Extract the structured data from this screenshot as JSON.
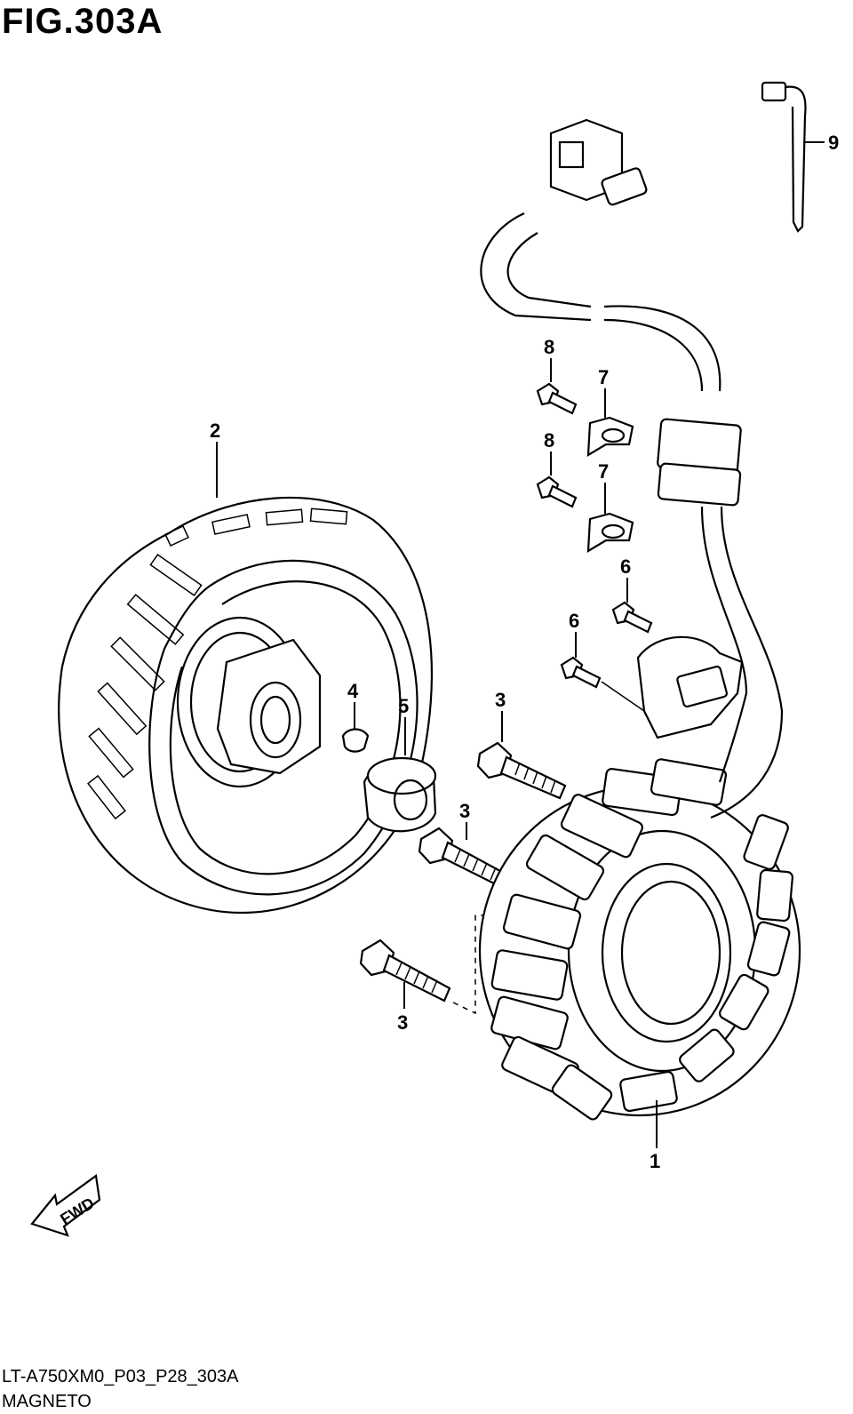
{
  "figure": {
    "title": "FIG.303A",
    "code": "LT-A750XM0_P03_P28_303A",
    "name": "MAGNETO"
  },
  "direction_arrow": {
    "label": "FWD"
  },
  "callouts": [
    {
      "id": "1",
      "label": "1"
    },
    {
      "id": "2",
      "label": "2"
    },
    {
      "id": "3a",
      "label": "3"
    },
    {
      "id": "3b",
      "label": "3"
    },
    {
      "id": "3c",
      "label": "3"
    },
    {
      "id": "4",
      "label": "4"
    },
    {
      "id": "5",
      "label": "5"
    },
    {
      "id": "6a",
      "label": "6"
    },
    {
      "id": "6b",
      "label": "6"
    },
    {
      "id": "7a",
      "label": "7"
    },
    {
      "id": "7b",
      "label": "7"
    },
    {
      "id": "8a",
      "label": "8"
    },
    {
      "id": "8b",
      "label": "8"
    },
    {
      "id": "9",
      "label": "9"
    }
  ]
}
